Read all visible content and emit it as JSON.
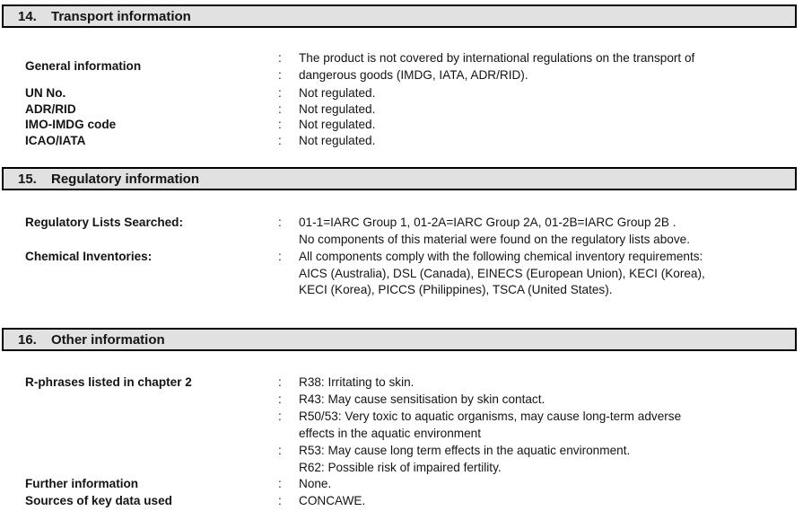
{
  "page": {
    "background": "#ffffff",
    "text_color": "#141414",
    "header_bg": "#e1e1e1",
    "header_border": "#000000"
  },
  "sections": [
    {
      "number": "14.",
      "title": "Transport information",
      "rows": [
        {
          "label": "General information",
          "lines": [
            {
              "colon": ":",
              "text": "The product is not covered by international regulations on the transport of"
            },
            {
              "colon": ":",
              "text": "dangerous goods (IMDG, IATA, ADR/RID)."
            }
          ]
        },
        {
          "label": "UN No.",
          "lines": [
            {
              "colon": ":",
              "text": "Not regulated."
            }
          ]
        },
        {
          "label": "ADR/RID",
          "lines": [
            {
              "colon": ":",
              "text": "Not regulated."
            }
          ]
        },
        {
          "label": "IMO-IMDG code",
          "lines": [
            {
              "colon": ":",
              "text": "Not regulated."
            }
          ]
        },
        {
          "label": "ICAO/IATA",
          "lines": [
            {
              "colon": ":",
              "text": "Not regulated."
            }
          ]
        }
      ]
    },
    {
      "number": "15.",
      "title": "Regulatory information",
      "rows": [
        {
          "label": "Regulatory Lists Searched:",
          "lines": [
            {
              "colon": ":",
              "text": "01-1=IARC Group 1, 01-2A=IARC Group 2A, 01-2B=IARC Group 2B ."
            },
            {
              "colon": "",
              "text": "No components of this material were found on the regulatory lists above."
            }
          ]
        },
        {
          "label": "Chemical Inventories:",
          "lines": [
            {
              "colon": ":",
              "text": "All components comply with the following chemical inventory requirements:"
            },
            {
              "colon": "",
              "text": "AICS (Australia), DSL (Canada), EINECS (European Union), KECI (Korea),"
            },
            {
              "colon": "",
              "text": "KECI (Korea), PICCS (Philippines), TSCA (United States)."
            }
          ]
        }
      ]
    },
    {
      "number": "16.",
      "title": "Other information",
      "rows": [
        {
          "label": "R-phrases listed in chapter 2",
          "lines": [
            {
              "colon": ":",
              "text": "R38: Irritating to skin."
            },
            {
              "colon": ":",
              "text": "R43: May cause sensitisation by skin contact."
            },
            {
              "colon": ":",
              "text": "R50/53: Very toxic to aquatic organisms, may cause long-term adverse"
            },
            {
              "colon": "",
              "text": "effects in the aquatic environment"
            },
            {
              "colon": ":",
              "text": "R53: May cause long term effects in the aquatic environment."
            },
            {
              "colon": "",
              "text": "R62: Possible risk of impaired fertility."
            }
          ]
        },
        {
          "label": "Further information",
          "lines": [
            {
              "colon": ":",
              "text": "None."
            }
          ]
        },
        {
          "label": "Sources of key data used",
          "lines": [
            {
              "colon": ":",
              "text": "CONCAWE."
            }
          ]
        }
      ]
    }
  ]
}
